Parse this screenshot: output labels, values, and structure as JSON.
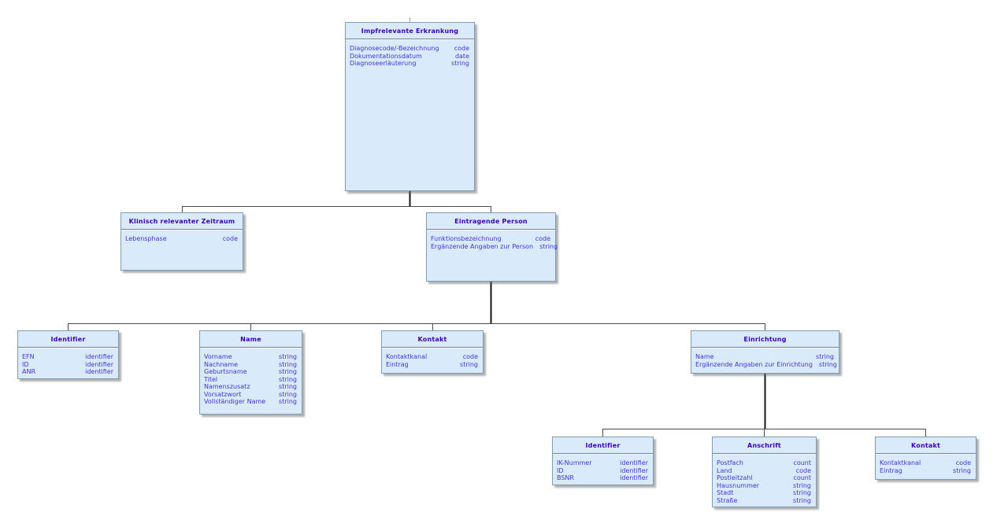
{
  "styles": {
    "box_fill": "#d9eafb",
    "box_border": "#7f9db9",
    "title_color": "#3b00b8",
    "field_color": "#4434d0",
    "connector_color": "#4a4a4a",
    "riser_color": "#141414"
  },
  "entities": [
    {
      "key": "impfrelevante-erkrankung",
      "title": "Impfrelevante Erkrankung",
      "fields": [
        {
          "name": "Diagnosecode/-Bezeichnung",
          "type": "code"
        },
        {
          "name": "Dokumentationsdatum",
          "type": "date"
        },
        {
          "name": "Diagnoseerläuterung",
          "type": "string"
        }
      ]
    },
    {
      "key": "klinisch-relevanter-zeitraum",
      "title": "Klinisch relevanter Zeitraum",
      "fields": [
        {
          "name": "Lebensphase",
          "type": "code"
        }
      ]
    },
    {
      "key": "eintragende-person",
      "title": "Eintragende Person",
      "fields": [
        {
          "name": "Funktionsbezeichnung",
          "type": "code"
        },
        {
          "name": "Ergänzende Angaben zur Person",
          "type": "string"
        }
      ]
    },
    {
      "key": "identifier-person",
      "title": "Identifier",
      "fields": [
        {
          "name": "EFN",
          "type": "identifier"
        },
        {
          "name": "ID",
          "type": "identifier"
        },
        {
          "name": "ANR",
          "type": "identifier"
        }
      ]
    },
    {
      "key": "name",
      "title": "Name",
      "fields": [
        {
          "name": "Vorname",
          "type": "string"
        },
        {
          "name": "Nachname",
          "type": "string"
        },
        {
          "name": "Geburtsname",
          "type": "string"
        },
        {
          "name": "Titel",
          "type": "string"
        },
        {
          "name": "Namenszusatz",
          "type": "string"
        },
        {
          "name": "Vorsatzwort",
          "type": "string"
        },
        {
          "name": "Vollständiger Name",
          "type": "string"
        }
      ]
    },
    {
      "key": "kontakt-person",
      "title": "Kontakt",
      "fields": [
        {
          "name": "Kontaktkanal",
          "type": "code"
        },
        {
          "name": "Eintrag",
          "type": "string"
        }
      ]
    },
    {
      "key": "einrichtung",
      "title": "Einrichtung",
      "fields": [
        {
          "name": "Name",
          "type": "string"
        },
        {
          "name": "Ergänzende Angaben zur Einrichtung",
          "type": "string"
        }
      ]
    },
    {
      "key": "identifier-einrichtung",
      "title": "Identifier",
      "fields": [
        {
          "name": "IK-Nummer",
          "type": "identifier"
        },
        {
          "name": "ID",
          "type": "identifier"
        },
        {
          "name": "BSNR",
          "type": "identifier"
        }
      ]
    },
    {
      "key": "anschrift",
      "title": "Anschrift",
      "fields": [
        {
          "name": "Postfach",
          "type": "count"
        },
        {
          "name": "Land",
          "type": "code"
        },
        {
          "name": "Postleitzahl",
          "type": "count"
        },
        {
          "name": "Hausnummer",
          "type": "string"
        },
        {
          "name": "Stadt",
          "type": "string"
        },
        {
          "name": "Straße",
          "type": "string"
        }
      ]
    },
    {
      "key": "kontakt-einrichtung",
      "title": "Kontakt",
      "fields": [
        {
          "name": "Kontaktkanal",
          "type": "code"
        },
        {
          "name": "Eintrag",
          "type": "string"
        }
      ]
    }
  ],
  "relations": [
    {
      "parent": "Impfrelevante Erkrankung",
      "children": [
        "Klinisch relevanter Zeitraum",
        "Eintragende Person"
      ]
    },
    {
      "parent": "Eintragende Person",
      "children": [
        "Identifier",
        "Name",
        "Kontakt",
        "Einrichtung"
      ]
    },
    {
      "parent": "Einrichtung",
      "children": [
        "Identifier",
        "Anschrift",
        "Kontakt"
      ]
    }
  ]
}
